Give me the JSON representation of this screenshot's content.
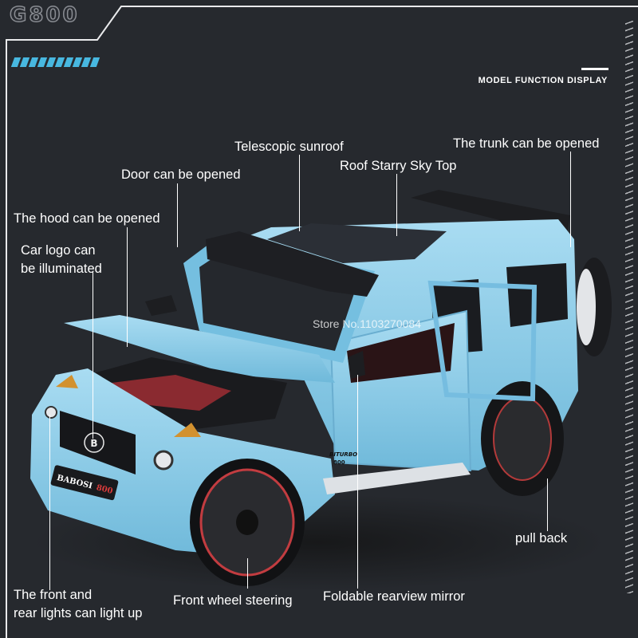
{
  "header": {
    "model_code": "G800",
    "section_title": "MODEL FUNCTION DISPLAY"
  },
  "colors": {
    "background": "#26292e",
    "accent_stripes": "#48b8e0",
    "car_body": "#8ed0ec",
    "text": "#ffffff"
  },
  "product": {
    "grille_badge": "B",
    "plate_text": "BABOSI",
    "plate_number": "800",
    "side_badge_line1": "BITURBO",
    "side_badge_line2": "800"
  },
  "watermark": "Store No.1103270084",
  "features": [
    {
      "id": "telescopic-sunroof",
      "label": "Telescopic sunroof"
    },
    {
      "id": "trunk",
      "label": "The trunk can be opened"
    },
    {
      "id": "door",
      "label": "Door can be opened"
    },
    {
      "id": "roof-starry",
      "label": "Roof Starry Sky Top"
    },
    {
      "id": "hood",
      "label": "The hood can be opened"
    },
    {
      "id": "car-logo-1",
      "label": "Car logo can"
    },
    {
      "id": "car-logo-2",
      "label": "be illuminated"
    },
    {
      "id": "pull-back",
      "label": "pull back"
    },
    {
      "id": "lights-1",
      "label": "The front and"
    },
    {
      "id": "lights-2",
      "label": "rear lights can light up"
    },
    {
      "id": "front-wheel",
      "label": "Front wheel steering"
    },
    {
      "id": "mirror",
      "label": "Foldable rearview mirror"
    }
  ]
}
